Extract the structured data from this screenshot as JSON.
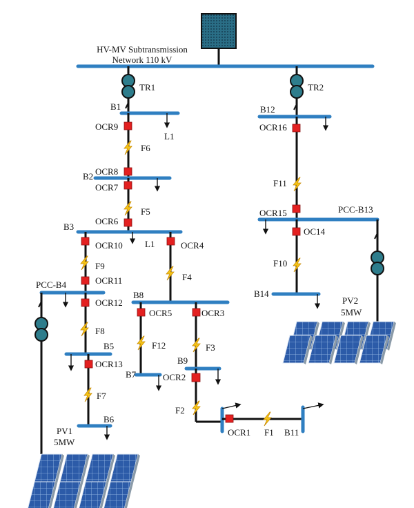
{
  "network": {
    "line1": "HV-MV Subtransmission",
    "line2": "Network 110 kV"
  },
  "colors": {
    "bus": "#2f7fc1",
    "relay": "#e32020",
    "fault": "#f5c518",
    "transformer": "#2e7d8c",
    "panel": "#2c5ba8"
  },
  "labels": {
    "TR1": "TR1",
    "TR2": "TR2",
    "B1": "B1",
    "B2": "B2",
    "B3": "B3",
    "PCCB4": "PCC-B4",
    "B5": "B5",
    "B6": "B6",
    "B7": "B7",
    "B8": "B8",
    "B9": "B9",
    "B11": "B11",
    "B12": "B12",
    "PCCB13": "PCC-B13",
    "B14": "B14",
    "L1a": "L1",
    "L1b": "L1",
    "OCR1": "OCR1",
    "OCR2": "OCR2",
    "OCR3": "OCR3",
    "OCR4": "OCR4",
    "OCR5": "OCR5",
    "OCR6": "OCR6",
    "OCR7": "OCR7",
    "OCR8": "OCR8",
    "OCR9": "OCR9",
    "OCR10": "OCR10",
    "OCR11": "OCR11",
    "OCR12": "OCR12",
    "OCR13": "OCR13",
    "OC14": "OC14",
    "OCR15": "OCR15",
    "OCR16": "OCR16",
    "F1": "F1",
    "F2": "F2",
    "F3": "F3",
    "F4": "F4",
    "F5": "F5",
    "F6": "F6",
    "F7": "F7",
    "F8": "F8",
    "F9": "F9",
    "F10": "F10",
    "F11": "F11",
    "F12": "F12",
    "PV1_name": "PV1",
    "PV1_cap": "5MW",
    "PV2_name": "PV2",
    "PV2_cap": "5MW"
  }
}
